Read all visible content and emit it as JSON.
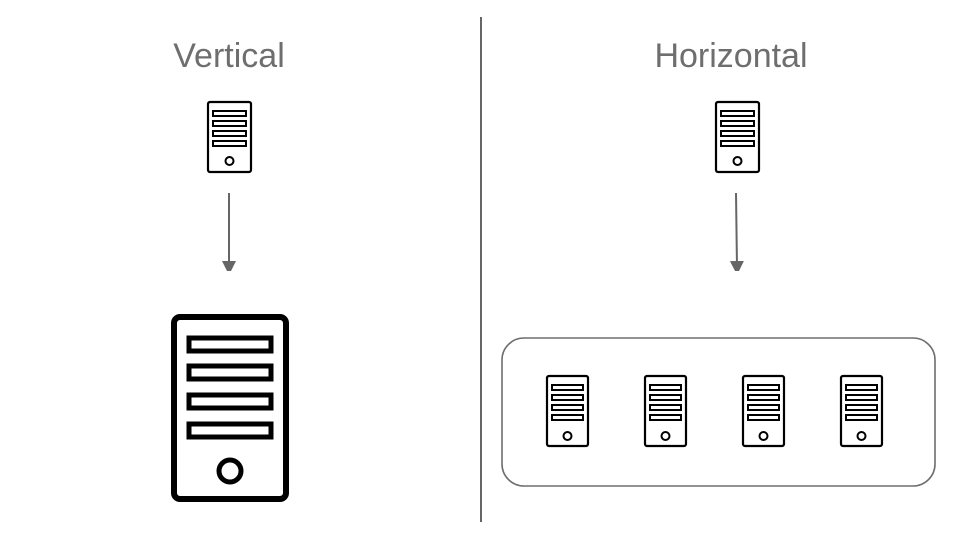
{
  "titles": {
    "left": "Vertical",
    "right": "Horizontal"
  },
  "icons": {
    "server": "server-tower-icon",
    "arrow": "down-arrow-icon"
  },
  "colors": {
    "title_text": "#6e6e6e",
    "arrow": "#666666",
    "icon_stroke": "#000000",
    "divider": "#000000",
    "group_border": "#6e6e6e"
  },
  "scale_out_server_count": 4
}
